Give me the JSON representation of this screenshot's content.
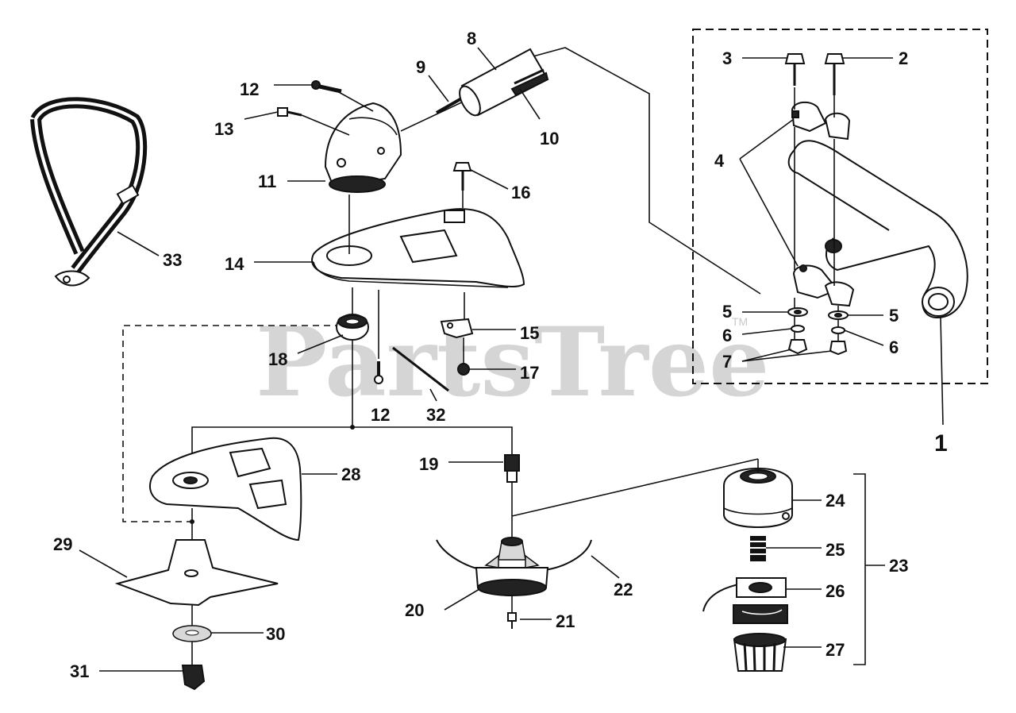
{
  "watermark": {
    "text": "PartsTree",
    "tm": "TM"
  },
  "labels": {
    "p1": "1",
    "p2": "2",
    "p3": "3",
    "p4": "4",
    "p5a": "5",
    "p5b": "5",
    "p6a": "6",
    "p6b": "6",
    "p7": "7",
    "p8": "8",
    "p9": "9",
    "p10": "10",
    "p11": "11",
    "p12a": "12",
    "p12b": "12",
    "p13": "13",
    "p14": "14",
    "p15": "15",
    "p16": "16",
    "p17": "17",
    "p18": "18",
    "p19": "19",
    "p20": "20",
    "p21": "21",
    "p22": "22",
    "p23": "23",
    "p24": "24",
    "p25": "25",
    "p26": "26",
    "p27": "27",
    "p28": "28",
    "p29": "29",
    "p30": "30",
    "p31": "31",
    "p32": "32",
    "p33": "33"
  },
  "colors": {
    "ink": "#111111",
    "watermark": "#c8c8c8",
    "background": "#ffffff"
  }
}
